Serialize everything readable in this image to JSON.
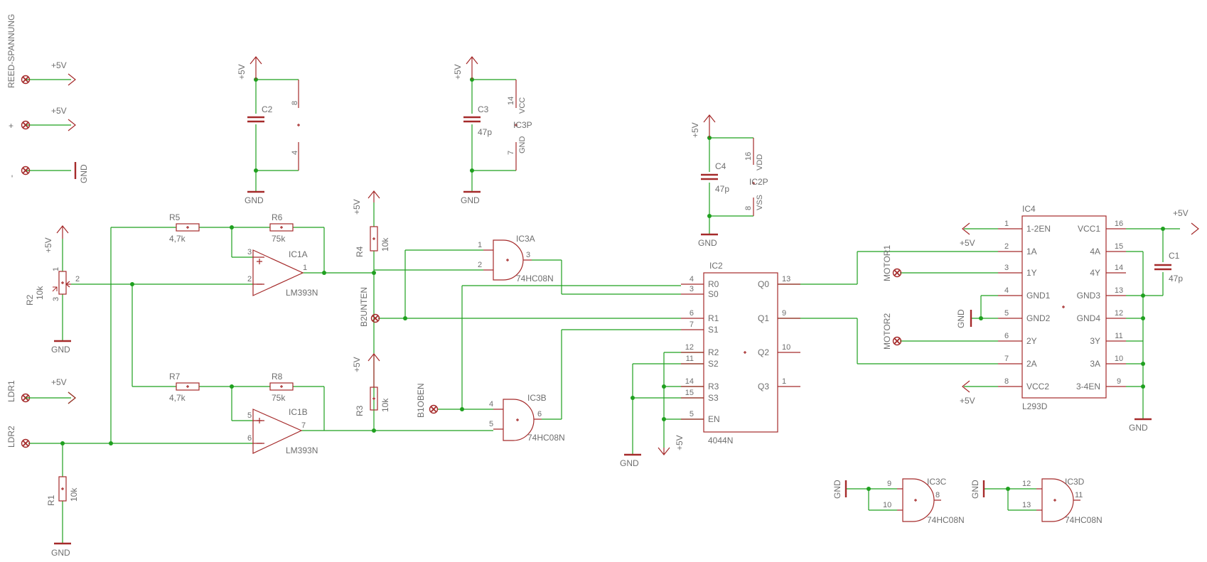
{
  "colors": {
    "wire": "#1fa01f",
    "part": "#a52a2a",
    "text": "#6e6e6e",
    "background": "#ffffff"
  },
  "connectors": {
    "reed": "REED-SPANNUNG",
    "plus": "+",
    "minus": "-",
    "ldr1": "LDR1",
    "ldr2": "LDR2",
    "b1oben": "B1OBEN",
    "b2unten": "B2UNTEN",
    "motor1": "MOTOR1",
    "motor2": "MOTOR2"
  },
  "supply": {
    "p5v": "+5V",
    "gnd": "GND"
  },
  "capacitors": {
    "c1": {
      "name": "C1",
      "value": "47p"
    },
    "c2": {
      "name": "C2"
    },
    "c3": {
      "name": "C3",
      "value": "47p"
    },
    "c4": {
      "name": "C4",
      "value": "47p"
    }
  },
  "resistors": {
    "r1": {
      "name": "R1",
      "value": "10k"
    },
    "r2": {
      "name": "R2",
      "value": "10k"
    },
    "r3": {
      "name": "R3",
      "value": "10k"
    },
    "r4": {
      "name": "R4",
      "value": "10k"
    },
    "r5": {
      "name": "R5",
      "value": "4,7k"
    },
    "r6": {
      "name": "R6",
      "value": "75k"
    },
    "r7": {
      "name": "R7",
      "value": "4,7k"
    },
    "r8": {
      "name": "R8",
      "value": "75k"
    }
  },
  "opamps": {
    "ic1a": {
      "name": "IC1A",
      "value": "LM393N",
      "pins": [
        "3",
        "2",
        "1"
      ]
    },
    "ic1b": {
      "name": "IC1B",
      "value": "LM393N",
      "pins": [
        "5",
        "6",
        "7"
      ]
    },
    "ic1_power": {
      "pins": [
        "8",
        "4"
      ]
    }
  },
  "gates": {
    "ic3a": {
      "name": "IC3A",
      "value": "74HC08N",
      "pins": [
        "1",
        "2",
        "3"
      ]
    },
    "ic3b": {
      "name": "IC3B",
      "value": "74HC08N",
      "pins": [
        "4",
        "5",
        "6"
      ]
    },
    "ic3c": {
      "name": "IC3C",
      "value": "74HC08N",
      "pins": [
        "9",
        "10",
        "8"
      ]
    },
    "ic3d": {
      "name": "IC3D",
      "value": "74HC08N",
      "pins": [
        "12",
        "13",
        "11"
      ]
    },
    "ic3p": {
      "name": "IC3P",
      "pins": [
        "14",
        "7"
      ],
      "pinnames": [
        "VCC",
        "GND"
      ]
    },
    "ic2p": {
      "name": "IC2P",
      "pins": [
        "16",
        "8"
      ],
      "pinnames": [
        "VDD",
        "VSS"
      ]
    }
  },
  "ic2": {
    "name": "IC2",
    "value": "4044N",
    "left": [
      {
        "pin": "4",
        "label": "R0"
      },
      {
        "pin": "3",
        "label": "S0"
      },
      {
        "pin": "6",
        "label": "R1"
      },
      {
        "pin": "7",
        "label": "S1"
      },
      {
        "pin": "12",
        "label": "R2"
      },
      {
        "pin": "11",
        "label": "S2"
      },
      {
        "pin": "14",
        "label": "R3"
      },
      {
        "pin": "15",
        "label": "S3"
      },
      {
        "pin": "5",
        "label": "EN"
      }
    ],
    "right": [
      {
        "pin": "13",
        "label": "Q0"
      },
      {
        "pin": "9",
        "label": "Q1"
      },
      {
        "pin": "10",
        "label": "Q2"
      },
      {
        "pin": "1",
        "label": "Q3"
      }
    ]
  },
  "ic4": {
    "name": "IC4",
    "value": "L293D",
    "left": [
      {
        "pin": "1",
        "label": "1-2EN"
      },
      {
        "pin": "2",
        "label": "1A"
      },
      {
        "pin": "3",
        "label": "1Y"
      },
      {
        "pin": "4",
        "label": "GND1"
      },
      {
        "pin": "5",
        "label": "GND2"
      },
      {
        "pin": "6",
        "label": "2Y"
      },
      {
        "pin": "7",
        "label": "2A"
      },
      {
        "pin": "8",
        "label": "VCC2"
      }
    ],
    "right": [
      {
        "pin": "16",
        "label": "VCC1"
      },
      {
        "pin": "15",
        "label": "4A"
      },
      {
        "pin": "14",
        "label": "4Y"
      },
      {
        "pin": "13",
        "label": "GND3"
      },
      {
        "pin": "12",
        "label": "GND4"
      },
      {
        "pin": "11",
        "label": "3Y"
      },
      {
        "pin": "10",
        "label": "3A"
      },
      {
        "pin": "9",
        "label": "3-4EN"
      }
    ]
  },
  "r2_pins": [
    "1",
    "2",
    "3"
  ]
}
